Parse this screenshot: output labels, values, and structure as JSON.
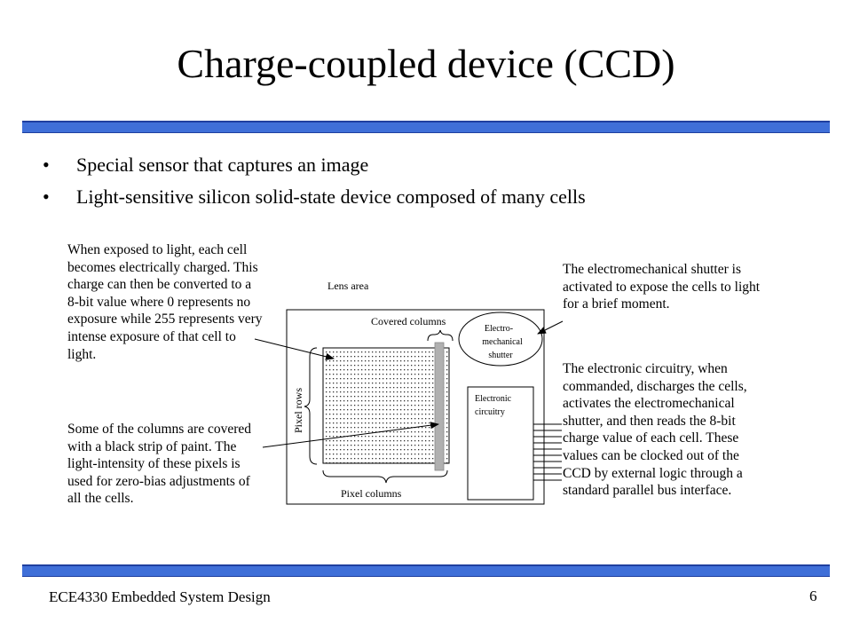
{
  "slide": {
    "title": "Charge-coupled device (CCD)",
    "bullets": [
      "Special sensor that captures an image",
      "Light-sensitive silicon solid-state device composed of many cells"
    ],
    "bullet_glyph": "•",
    "left_text_1": "When exposed to light, each cell becomes electrically charged. This charge can then be converted to a 8-bit value where 0 represents no exposure while 255 represents very intense exposure of that cell to light.",
    "left_text_2": "Some of the columns are covered with a black strip of paint. The light-intensity of these pixels is used for zero-bias adjustments of all the cells.",
    "right_text_1": "The electromechanical shutter is activated to expose the cells to light for a brief moment.",
    "right_text_2": "The electronic circuitry, when commanded, discharges the cells, activates the electromechanical shutter, and then reads the 8-bit charge value of each cell. These values can be clocked out of the CCD by external logic through a standard parallel bus interface.",
    "footer": "ECE4330 Embedded System Design",
    "page_number": "6"
  },
  "diagram": {
    "lens_area": "Lens area",
    "covered_columns": "Covered columns",
    "shutter_line1": "Electro-",
    "shutter_line2": "mechanical",
    "shutter_line3": "shutter",
    "circuitry_line1": "Electronic",
    "circuitry_line2": "circuitry",
    "pixel_rows": "Pixel rows",
    "pixel_columns": "Pixel columns"
  },
  "colors": {
    "bar": "#3f6fd8",
    "covered_strip": "#b0b0b0"
  }
}
